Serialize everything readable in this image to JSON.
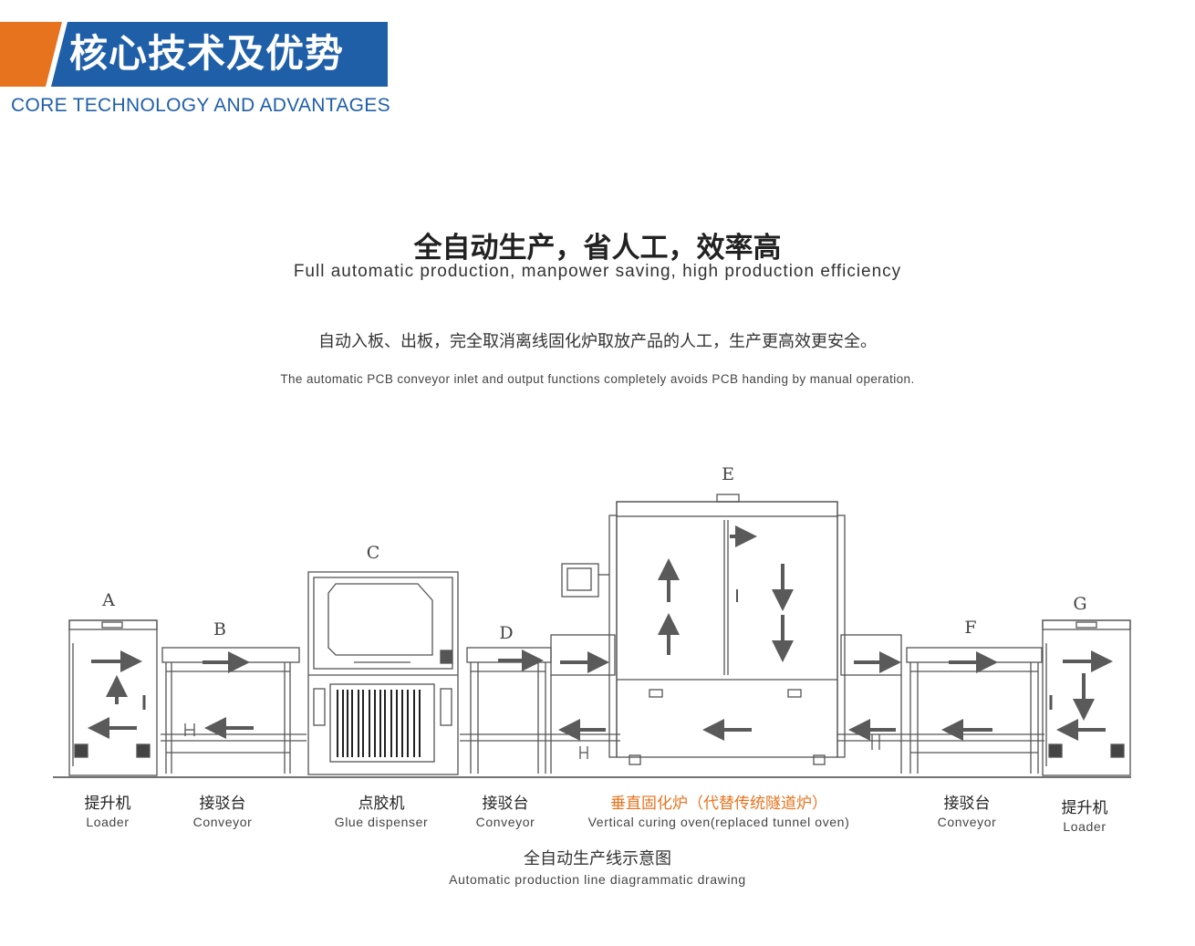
{
  "header": {
    "title": "核心技术及优势",
    "subtitle": "CORE TECHNOLOGY AND ADVANTAGES",
    "colors": {
      "accent_orange": "#e8731e",
      "brand_blue": "#1f5fa8"
    }
  },
  "headline": {
    "cn": "全自动生产，省人工，效率高",
    "en": "Full automatic production, manpower saving, high production efficiency"
  },
  "description": {
    "cn": "自动入板、出板，完全取消离线固化炉取放产品的人工，生产更高效更安全。",
    "en": "The automatic PCB conveyor inlet and output functions completely avoids PCB handing by manual operation."
  },
  "diagram": {
    "letters": [
      "A",
      "B",
      "C",
      "D",
      "E",
      "F",
      "G"
    ],
    "stations": [
      {
        "cn": "提升机",
        "en": "Loader"
      },
      {
        "cn": "接驳台",
        "en": "Conveyor"
      },
      {
        "cn": "点胶机",
        "en": "Glue dispenser"
      },
      {
        "cn": "接驳台",
        "en": "Conveyor"
      },
      {
        "cn": "垂直固化炉（代替传统隧道炉）",
        "en": "Vertical curing oven(replaced tunnel oven)"
      },
      {
        "cn": "接驳台",
        "en": "Conveyor"
      },
      {
        "cn": "提升机",
        "en": "Loader"
      }
    ]
  },
  "caption": {
    "cn": "全自动生产线示意图",
    "en": "Automatic production line diagrammatic drawing"
  }
}
